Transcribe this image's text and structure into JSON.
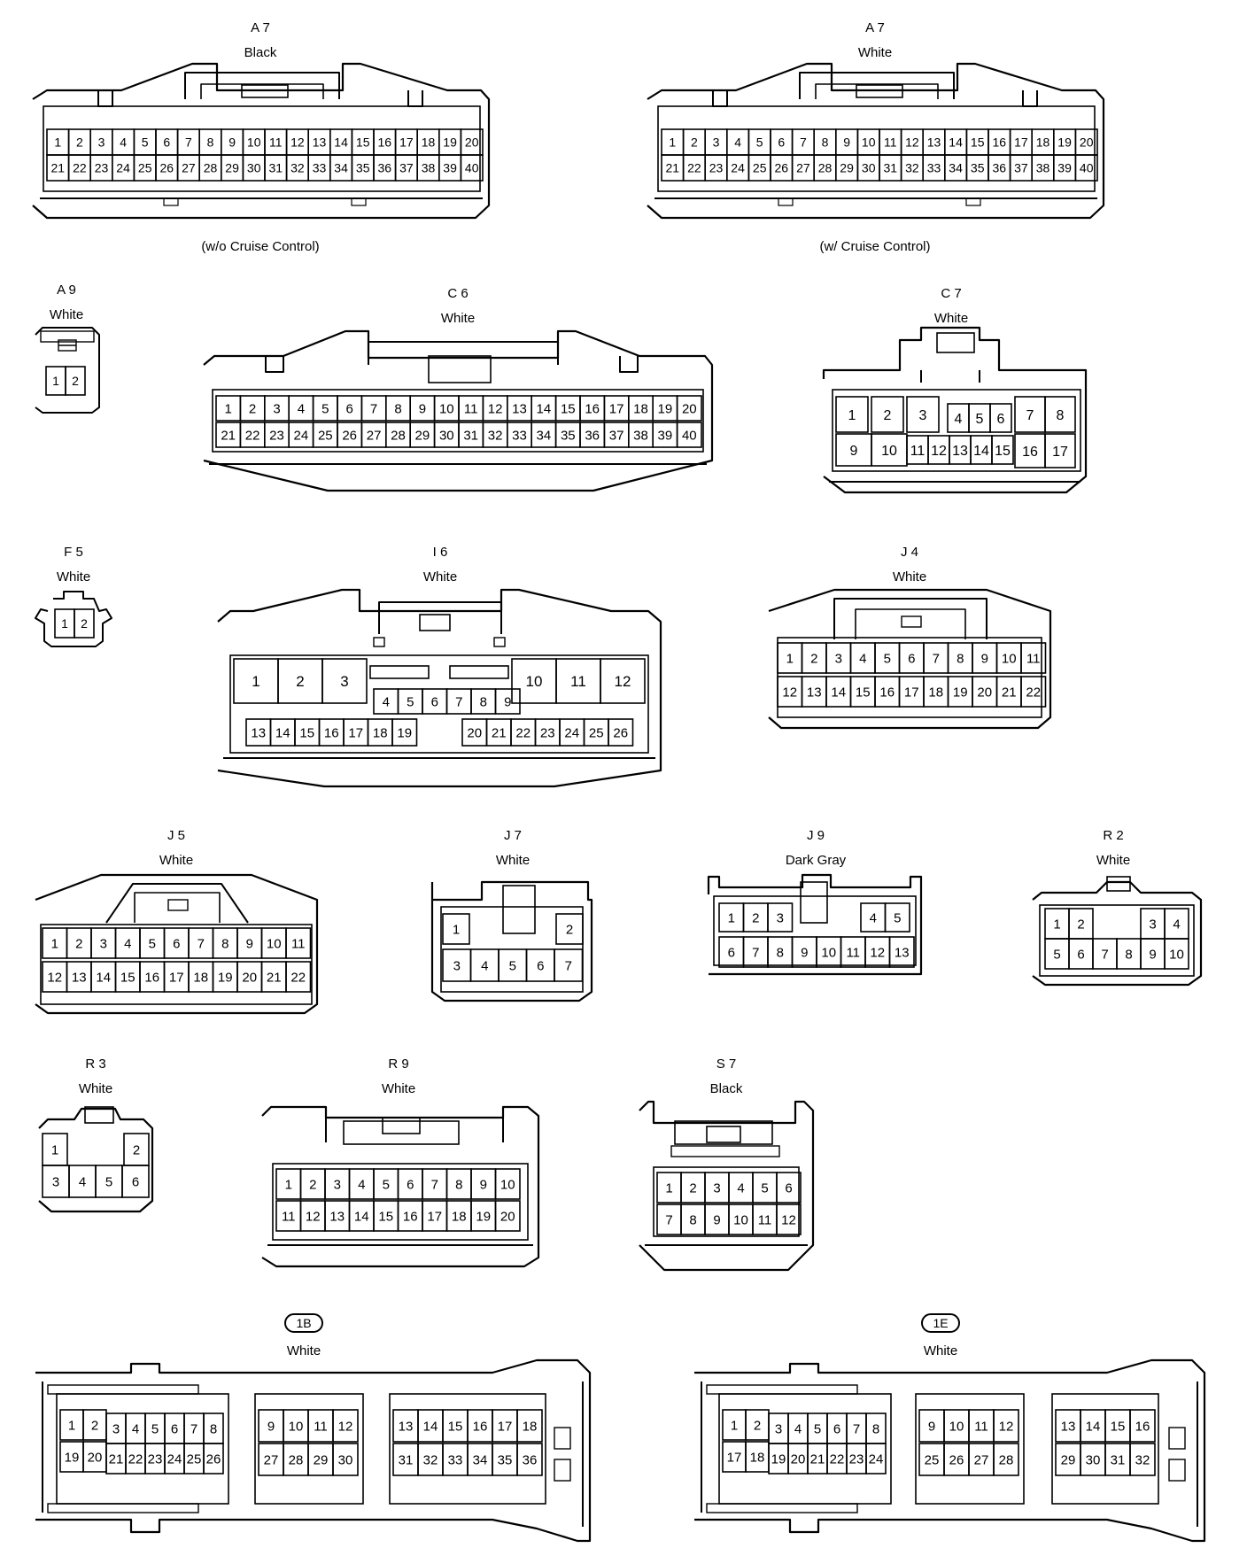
{
  "connectors": [
    {
      "id": "A7",
      "label": "A 7",
      "color": "Black",
      "note": "(w/o Cruise Control)",
      "rows": [
        [
          1,
          2,
          3,
          4,
          5,
          6,
          7,
          8,
          9,
          10,
          11,
          12,
          13,
          14,
          15,
          16,
          17,
          18,
          19,
          20
        ],
        [
          21,
          22,
          23,
          24,
          25,
          26,
          27,
          28,
          29,
          30,
          31,
          32,
          33,
          34,
          35,
          36,
          37,
          38,
          39,
          40
        ]
      ]
    },
    {
      "id": "A7",
      "label": "A 7",
      "color": "White",
      "note": "(w/ Cruise Control)",
      "rows": [
        [
          1,
          2,
          3,
          4,
          5,
          6,
          7,
          8,
          9,
          10,
          11,
          12,
          13,
          14,
          15,
          16,
          17,
          18,
          19,
          20
        ],
        [
          21,
          22,
          23,
          24,
          25,
          26,
          27,
          28,
          29,
          30,
          31,
          32,
          33,
          34,
          35,
          36,
          37,
          38,
          39,
          40
        ]
      ]
    },
    {
      "id": "A9",
      "label": "A 9",
      "color": "White",
      "rows": [
        [
          1,
          2
        ]
      ]
    },
    {
      "id": "C6",
      "label": "C 6",
      "color": "White",
      "rows": [
        [
          1,
          2,
          3,
          4,
          5,
          6,
          7,
          8,
          9,
          10,
          11,
          12,
          13,
          14,
          15,
          16,
          17,
          18,
          19,
          20
        ],
        [
          21,
          22,
          23,
          24,
          25,
          26,
          27,
          28,
          29,
          30,
          31,
          32,
          33,
          34,
          35,
          36,
          37,
          38,
          39,
          40
        ]
      ]
    },
    {
      "id": "C7",
      "label": "C 7",
      "color": "White",
      "rows": [
        [
          1,
          2,
          3,
          4,
          5,
          6,
          7,
          8
        ],
        [
          9,
          10,
          11,
          12,
          13,
          14,
          15,
          16,
          17
        ]
      ]
    },
    {
      "id": "F5",
      "label": "F 5",
      "color": "White",
      "rows": [
        [
          1,
          2
        ]
      ]
    },
    {
      "id": "I6",
      "label": "I 6",
      "color": "White",
      "rows": [
        [
          1,
          2,
          3,
          10,
          11,
          12
        ],
        [
          4,
          5,
          6,
          7,
          8,
          9
        ],
        [
          13,
          14,
          15,
          16,
          17,
          18,
          19,
          20,
          21,
          22,
          23,
          24,
          25,
          26
        ]
      ]
    },
    {
      "id": "J4",
      "label": "J 4",
      "color": "White",
      "rows": [
        [
          1,
          2,
          3,
          4,
          5,
          6,
          7,
          8,
          9,
          10,
          11
        ],
        [
          12,
          13,
          14,
          15,
          16,
          17,
          18,
          19,
          20,
          21,
          22
        ]
      ]
    },
    {
      "id": "J5",
      "label": "J 5",
      "color": "White",
      "rows": [
        [
          1,
          2,
          3,
          4,
          5,
          6,
          7,
          8,
          9,
          10,
          11
        ],
        [
          12,
          13,
          14,
          15,
          16,
          17,
          18,
          19,
          20,
          21,
          22
        ]
      ]
    },
    {
      "id": "J7",
      "label": "J 7",
      "color": "White",
      "rows": [
        [
          1,
          2
        ],
        [
          3,
          4,
          5,
          6,
          7
        ]
      ]
    },
    {
      "id": "J9",
      "label": "J 9",
      "color": "Dark Gray",
      "rows": [
        [
          1,
          2,
          3,
          4,
          5
        ],
        [
          6,
          7,
          8,
          9,
          10,
          11,
          12,
          13
        ]
      ]
    },
    {
      "id": "R2",
      "label": "R 2",
      "color": "White",
      "rows": [
        [
          1,
          2,
          3,
          4
        ],
        [
          5,
          6,
          7,
          8,
          9,
          10
        ]
      ]
    },
    {
      "id": "R3",
      "label": "R 3",
      "color": "White",
      "rows": [
        [
          1,
          2
        ],
        [
          3,
          4,
          5,
          6
        ]
      ]
    },
    {
      "id": "R9",
      "label": "R 9",
      "color": "White",
      "rows": [
        [
          1,
          2,
          3,
          4,
          5,
          6,
          7,
          8,
          9,
          10
        ],
        [
          11,
          12,
          13,
          14,
          15,
          16,
          17,
          18,
          19,
          20
        ]
      ]
    },
    {
      "id": "S7",
      "label": "S 7",
      "color": "Black",
      "rows": [
        [
          1,
          2,
          3,
          4,
          5,
          6
        ],
        [
          7,
          8,
          9,
          10,
          11,
          12
        ]
      ]
    },
    {
      "id": "1B",
      "label": "1B",
      "color": "White",
      "rows": [
        [
          1,
          2,
          3,
          4,
          5,
          6,
          7,
          8,
          9,
          10,
          11,
          12,
          13,
          14,
          15,
          16,
          17,
          18
        ],
        [
          19,
          20,
          21,
          22,
          23,
          24,
          25,
          26,
          27,
          28,
          29,
          30,
          31,
          32,
          33,
          34,
          35,
          36
        ]
      ]
    },
    {
      "id": "1E",
      "label": "1E",
      "color": "White",
      "rows": [
        [
          1,
          2,
          3,
          4,
          5,
          6,
          7,
          8,
          9,
          10,
          11,
          12,
          13,
          14,
          15,
          16
        ],
        [
          17,
          18,
          19,
          20,
          21,
          22,
          23,
          24,
          25,
          26,
          27,
          28,
          29,
          30,
          31,
          32
        ]
      ]
    }
  ]
}
